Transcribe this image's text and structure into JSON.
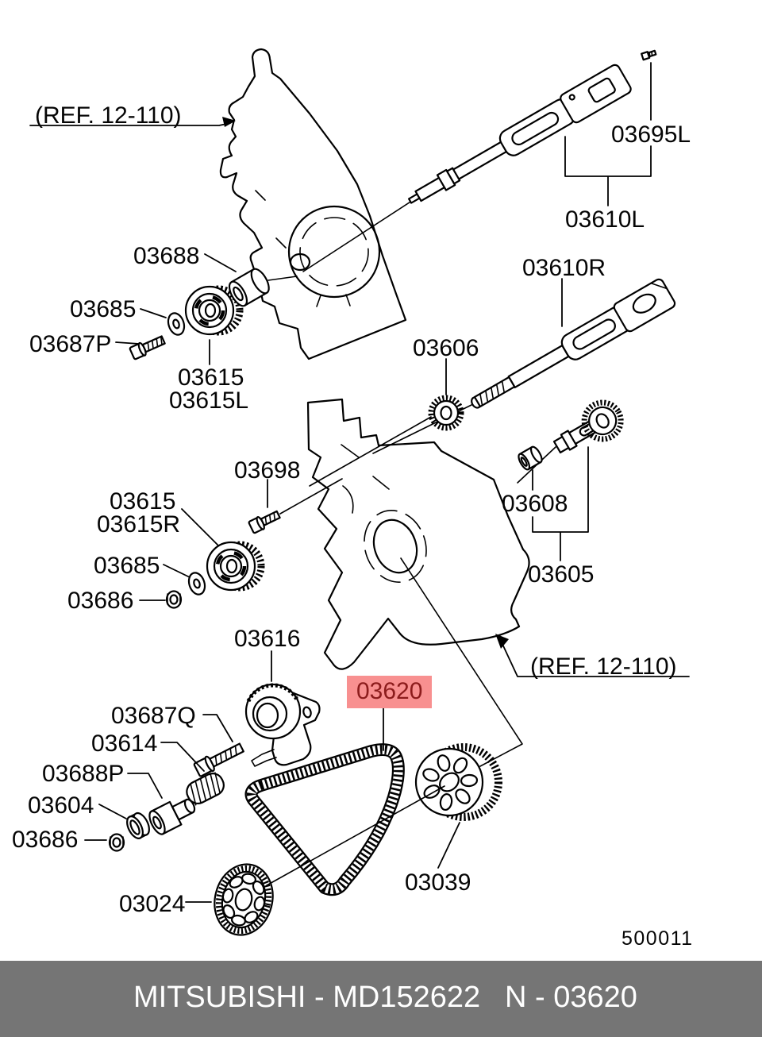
{
  "diagram": {
    "ref_top": "(REF. 12-110)",
    "ref_bottom": "(REF. 12-110)",
    "drawing_number": "500011",
    "line_color": "#000000",
    "highlight": {
      "background": "#f89090",
      "text_color": "#8c1c1c"
    },
    "labels": {
      "p03695L": "03695L",
      "p03610L": "03610L",
      "p03688": "03688",
      "p03610R": "03610R",
      "p03685_top": "03685",
      "p03687P": "03687P",
      "p03606": "03606",
      "p03615_left_1": "03615",
      "p03615_left_2": "03615L",
      "p03698": "03698",
      "p03615_right_1": "03615",
      "p03615_right_2": "03615R",
      "p03608": "03608",
      "p03685_mid": "03685",
      "p03605": "03605",
      "p03686_mid": "03686",
      "p03616": "03616",
      "p03620": "03620",
      "p03687Q": "03687Q",
      "p03614": "03614",
      "p03688P": "03688P",
      "p03604": "03604",
      "p03686_bottom": "03686",
      "p03039": "03039",
      "p03024": "03024"
    }
  },
  "footer": {
    "left_text": "MITSUBISHI - MD152622",
    "right_text": "N - 03620",
    "background": "#757575",
    "text_color": "#ffffff"
  }
}
